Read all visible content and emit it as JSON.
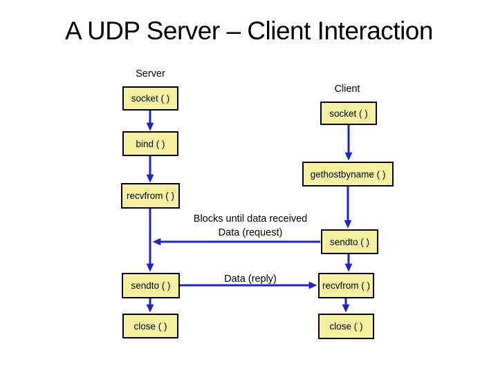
{
  "title": "A UDP Server – Client Interaction",
  "colors": {
    "background": "#FFFFFF",
    "box_fill": "#F5F1A0",
    "box_border": "#000000",
    "arrow_blue": "#2222CC",
    "text": "#000000"
  },
  "diagram": {
    "server": {
      "label": "Server",
      "boxes": [
        {
          "id": "socket",
          "label": "socket ( )"
        },
        {
          "id": "bind",
          "label": "bind ( )"
        },
        {
          "id": "recvfrom",
          "label": "recvfrom ( )"
        },
        {
          "id": "sendto",
          "label": "sendto ( )"
        },
        {
          "id": "close",
          "label": "close ( )"
        }
      ]
    },
    "client": {
      "label": "Client",
      "boxes": [
        {
          "id": "socket",
          "label": "socket ( )"
        },
        {
          "id": "gethostbyname",
          "label": "gethostbyname ( )"
        },
        {
          "id": "sendto",
          "label": "sendto ( )"
        },
        {
          "id": "recvfrom",
          "label": "recvfrom ( )"
        },
        {
          "id": "close",
          "label": "close ( )"
        }
      ]
    },
    "annotations": {
      "blocks_note": "Blocks until data received",
      "request_label": "Data (request)",
      "reply_label": "Data (reply)"
    }
  }
}
